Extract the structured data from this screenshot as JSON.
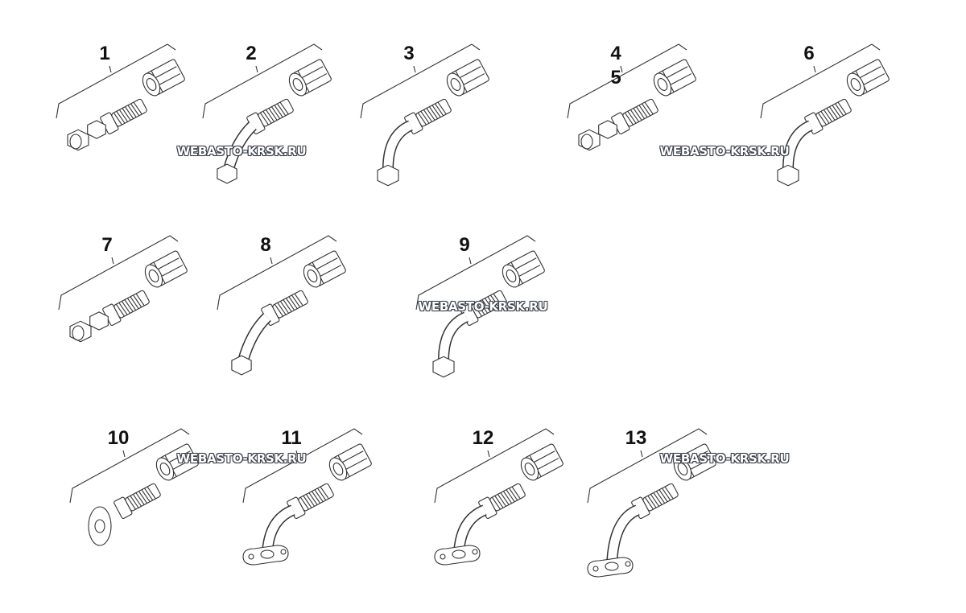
{
  "diagram": {
    "items": [
      {
        "label": "1",
        "kind": "straight"
      },
      {
        "label": "2",
        "kind": "bend45"
      },
      {
        "label": "3",
        "kind": "bend90"
      },
      {
        "label": "4",
        "kind": "straight-small",
        "sublabel": "5"
      },
      {
        "label": "6",
        "kind": "bend90"
      },
      {
        "label": "7",
        "kind": "straight"
      },
      {
        "label": "8",
        "kind": "bend45"
      },
      {
        "label": "9",
        "kind": "bend90"
      },
      {
        "label": "10",
        "kind": "flange-straight"
      },
      {
        "label": "11",
        "kind": "flange-bend"
      },
      {
        "label": "12",
        "kind": "flange-bend"
      },
      {
        "label": "13",
        "kind": "flange-bend90"
      }
    ],
    "watermark": "WEBASTO-KRSK.RU"
  }
}
